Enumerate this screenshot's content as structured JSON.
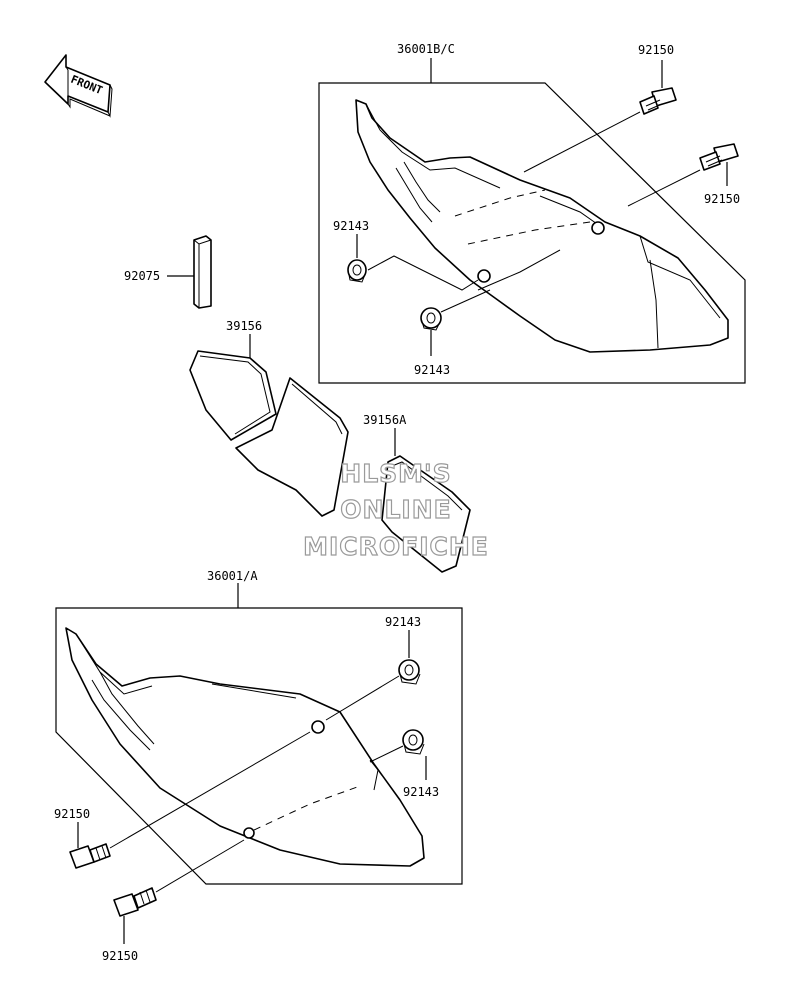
{
  "front_arrow": {
    "label": "FRONT"
  },
  "labels": {
    "cover_right": "36001B/C",
    "bolt_top_1": "92150",
    "bolt_top_2": "92150",
    "collar_top_1": "92143",
    "collar_top_2": "92143",
    "strip": "92075",
    "decal_left": "39156",
    "decal_right": "39156A",
    "cover_left": "36001/A",
    "collar_bottom_1": "92143",
    "collar_bottom_2": "92143",
    "bolt_bottom_1": "92150",
    "bolt_bottom_2": "92150"
  },
  "watermark": {
    "line1": "HLSM'S",
    "line2": "ONLINE",
    "line3": "MICROFICHE"
  }
}
